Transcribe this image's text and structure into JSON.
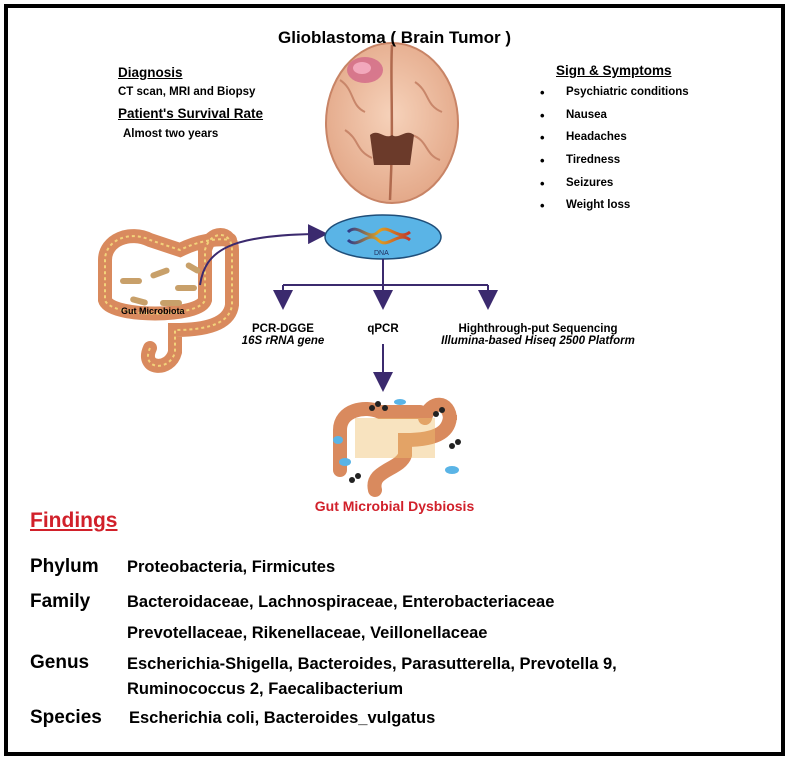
{
  "title": "Glioblastoma ( Brain Tumor )",
  "diagnosis": {
    "heading": "Diagnosis",
    "value": "CT scan, MRI and Biopsy",
    "survival_heading": "Patient's Survival Rate",
    "survival_value": "Almost two years"
  },
  "symptoms": {
    "heading": "Sign & Symptoms",
    "items": [
      "Psychiatric conditions",
      "Nausea",
      "Headaches",
      "Tiredness",
      "Seizures",
      "Weight loss"
    ]
  },
  "gut_label": "Gut Microbiota",
  "dna_label": "DNA",
  "methods": [
    {
      "name": "PCR-DGGE",
      "detail": "16S rRNA gene"
    },
    {
      "name": "qPCR",
      "detail": ""
    },
    {
      "name": "Highthrough-put Sequencing",
      "detail": "Illumina-based Hiseq 2500 Platform"
    }
  ],
  "dysbiosis_label": "Gut Microbial Dysbiosis",
  "findings": {
    "heading": "Findings",
    "phylum_label": "Phylum",
    "phylum": "Proteobacteria, Firmicutes",
    "family_label": "Family",
    "family_1": "Bacteroidaceae, Lachnospiraceae, Enterobacteriaceae",
    "family_2": "Prevotellaceae, Rikenellaceae, Veillonellaceae",
    "genus_label": "Genus",
    "genus_1": "Escherichia-Shigella, Bacteroides, Parasutterella, Prevotella 9,",
    "genus_2": "Ruminococcus 2, Faecalibacterium",
    "species_label": "Species",
    "species": "Escherichia coli, Bacteroides_vulgatus"
  },
  "colors": {
    "accent_red": "#d1202a",
    "arrow": "#3b2a6e",
    "intestine": "#d98a5e",
    "dna_ellipse": "#5ab4e6"
  }
}
